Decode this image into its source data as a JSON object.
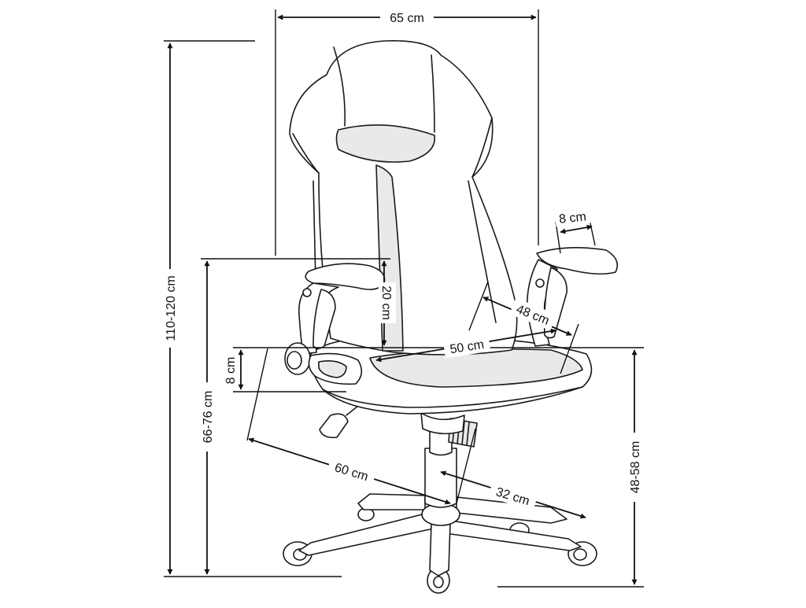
{
  "dimensions": {
    "overall_width": "65 cm",
    "total_height": "110-120 cm",
    "armrest_height": "66-76 cm",
    "seat_height": "48-58 cm",
    "armrest_above_seat": "20 cm",
    "seat_thickness": "8 cm",
    "armrest_width": "8 cm",
    "seat_depth": "48 cm",
    "seat_width": "50 cm",
    "base_diameter": "60 cm",
    "base_radius": "32 cm"
  },
  "colors": {
    "line": "#111111",
    "background": "#ffffff",
    "cushion_shade": "#e9e9e9"
  },
  "illustration": "office-chair-line-drawing"
}
